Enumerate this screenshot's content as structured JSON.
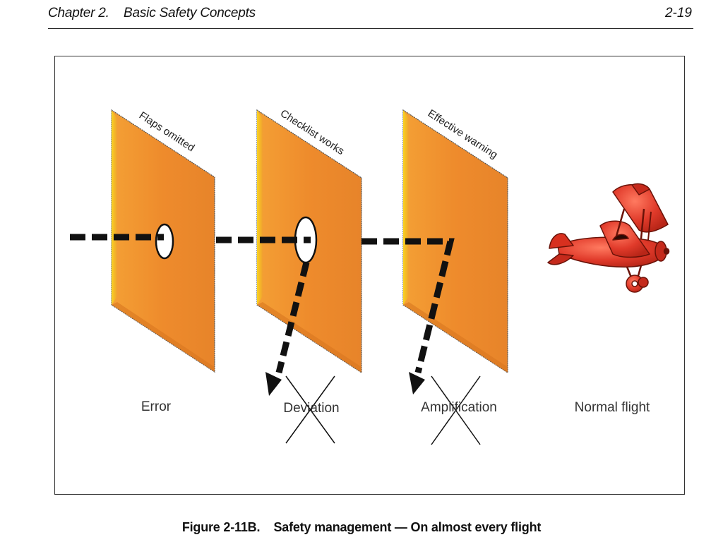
{
  "header": {
    "chapter_title": "Chapter 2.    Basic Safety Concepts",
    "page_number": "2-19"
  },
  "figure": {
    "barriers": [
      {
        "label": "Flaps omitted"
      },
      {
        "label": "Checklist works"
      },
      {
        "label": "Effective warning"
      }
    ],
    "stages": [
      {
        "label": "Error",
        "crossed_out": false
      },
      {
        "label": "Deviation",
        "crossed_out": true
      },
      {
        "label": "Amplification",
        "crossed_out": true
      },
      {
        "label": "Normal flight",
        "crossed_out": false
      }
    ],
    "colors": {
      "barrier_face": "#EE8B2C",
      "barrier_edge": "#F9D320",
      "plane": "#E03A2A",
      "arrow": "#111111"
    }
  },
  "caption": "Figure 2-11B.    Safety management — On almost every flight"
}
